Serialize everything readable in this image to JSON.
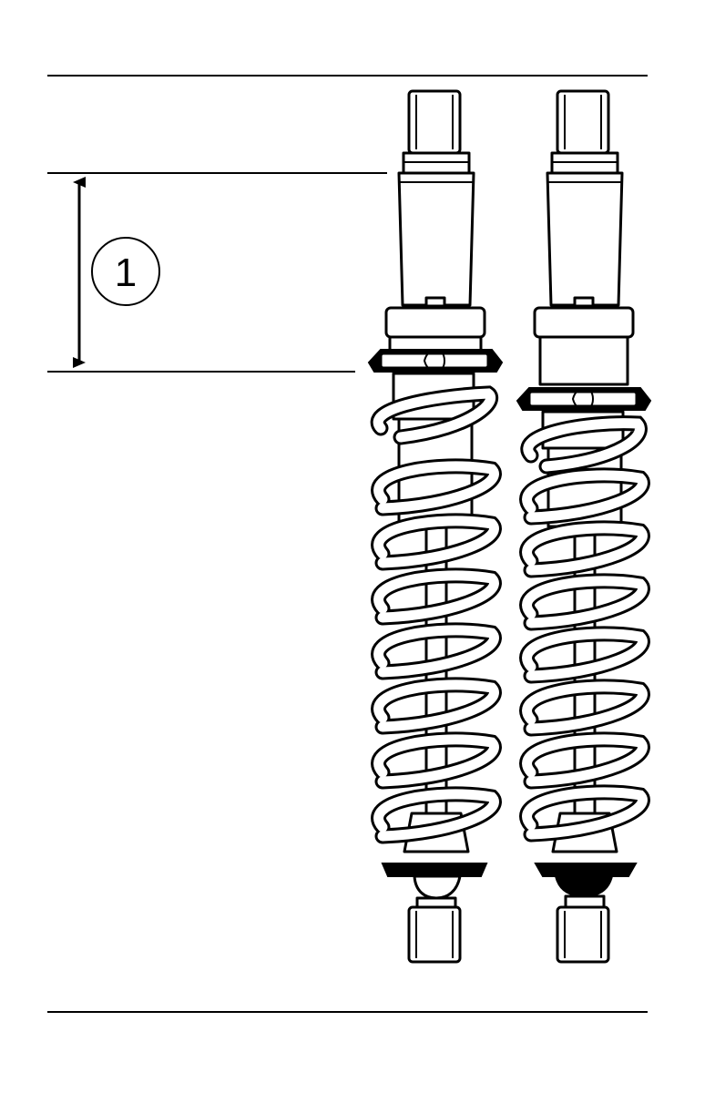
{
  "diagram": {
    "callout": {
      "number": "1"
    },
    "colors": {
      "line": "#000000",
      "background": "#ffffff"
    },
    "parts": [
      "shock-absorber-left",
      "shock-absorber-right"
    ]
  }
}
